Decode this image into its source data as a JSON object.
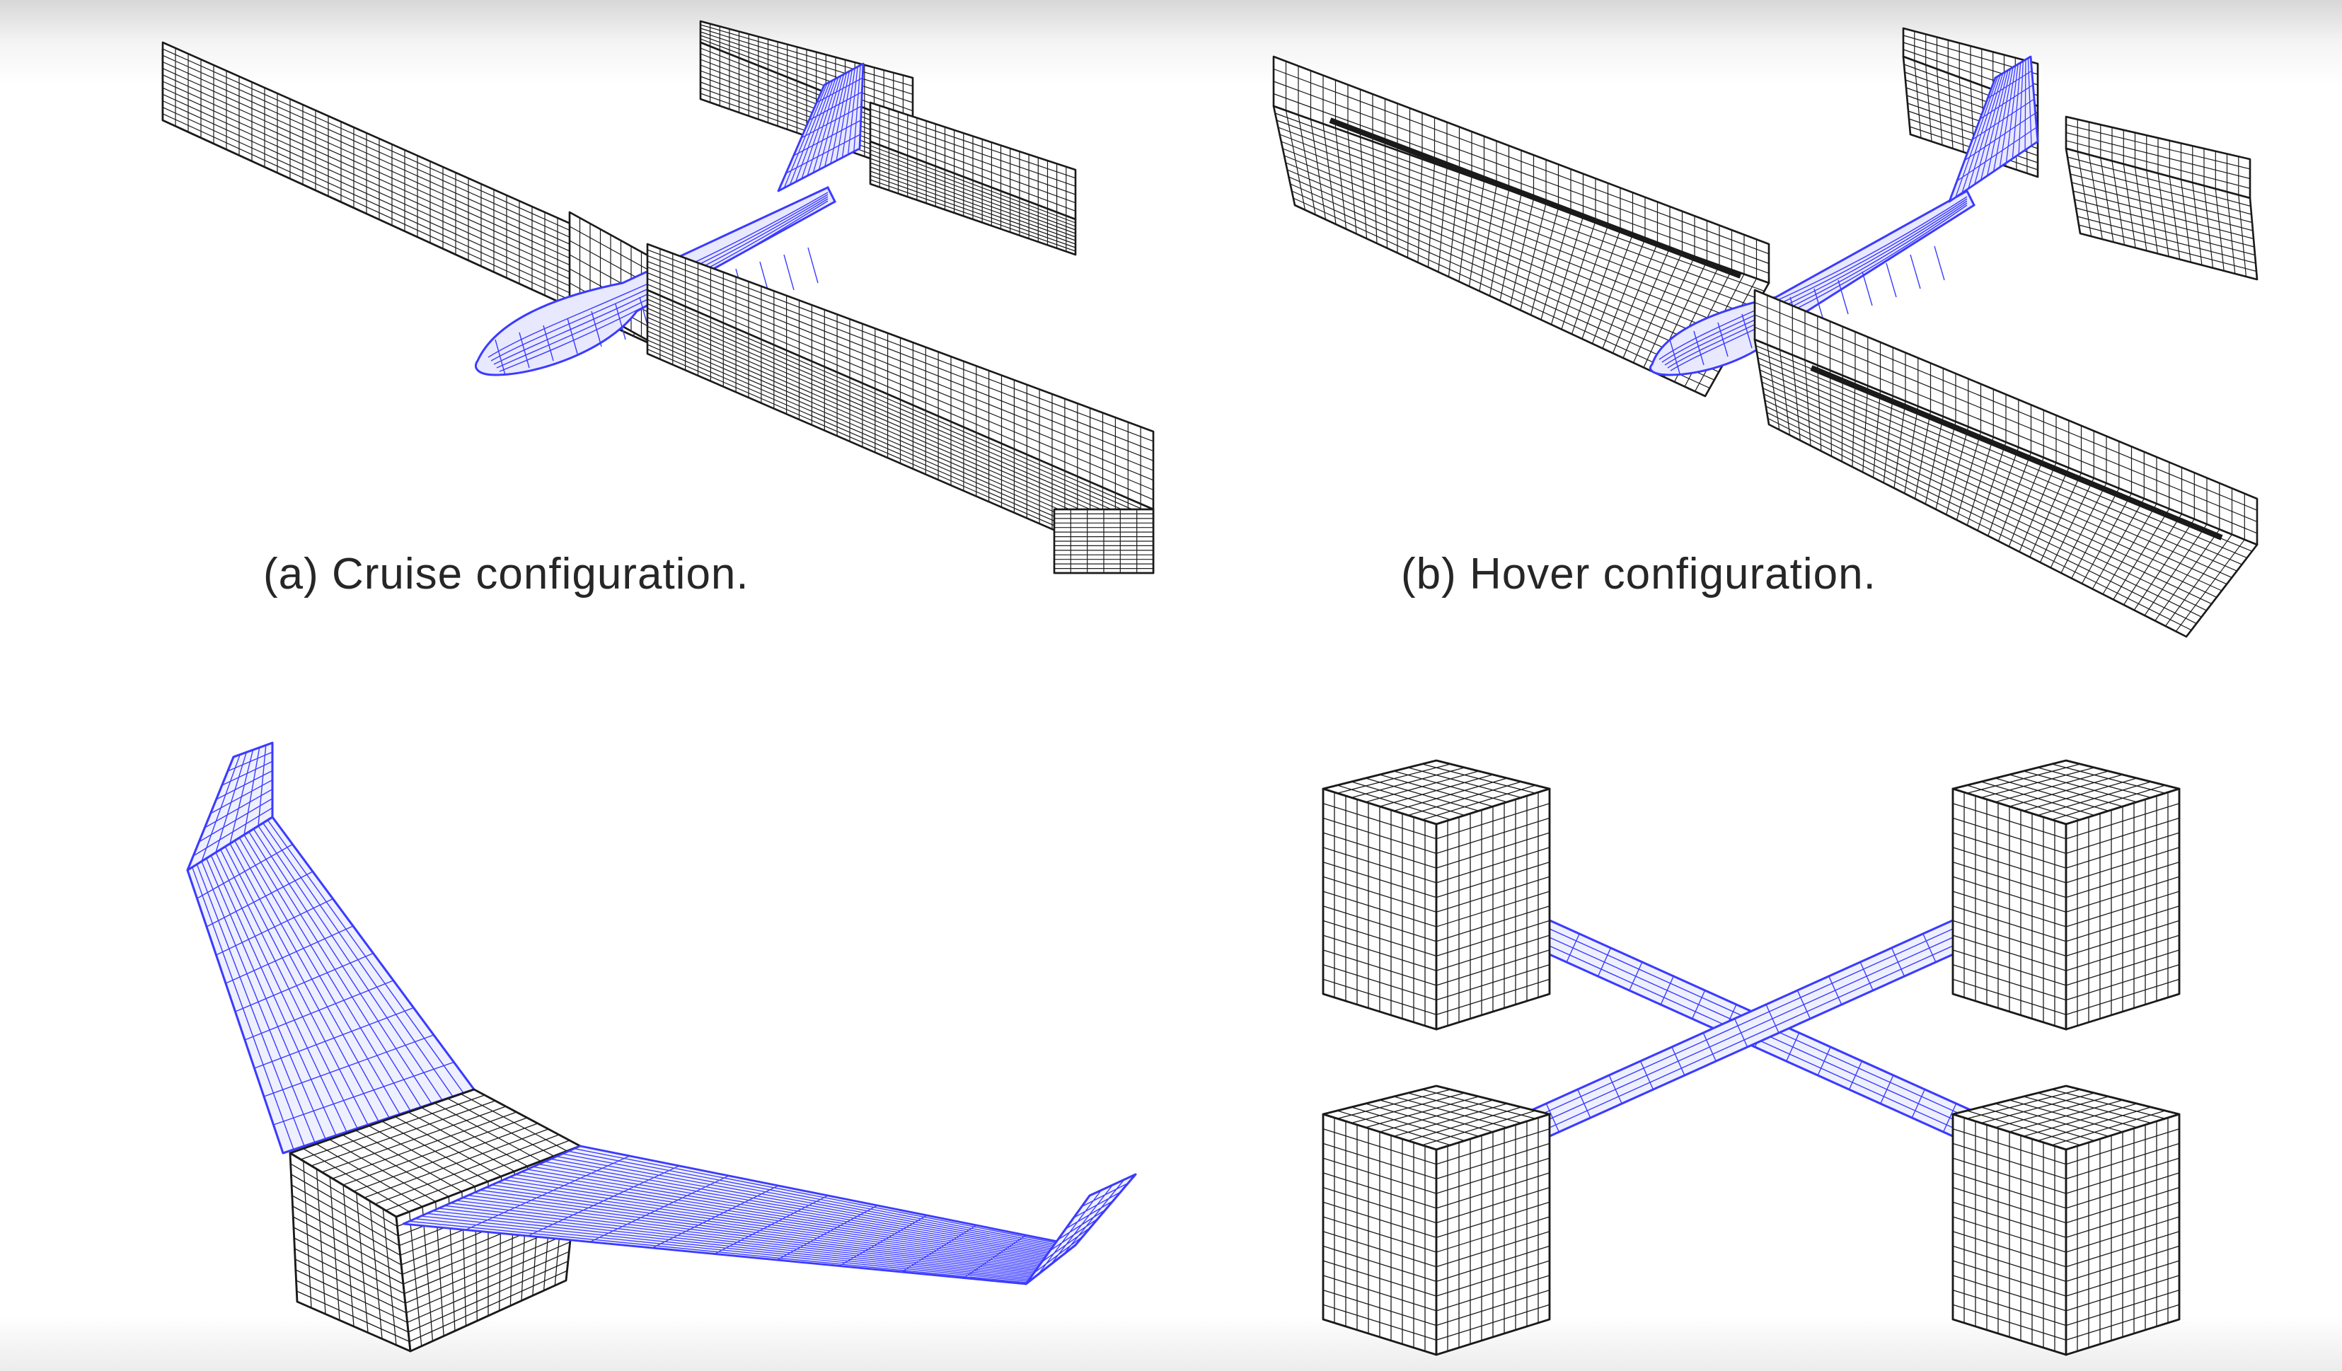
{
  "captions": {
    "cruise": "(a) Cruise configuration.",
    "hover": "(b) Hover configuration."
  },
  "colors": {
    "background": "#ffffff",
    "mesh_black": "#1a1a1a",
    "mesh_blue": "#3b3bff",
    "caption_text": "#262626"
  },
  "panels": [
    {
      "id": "cruise",
      "subject": "tandem wing aircraft with fuselage, wireframe mesh",
      "caption_key": "cruise"
    },
    {
      "id": "hover",
      "subject": "tandem ducted wing aircraft with fuselage, wireframe mesh",
      "caption_key": "hover"
    },
    {
      "id": "flying-wing",
      "subject": "swept flying wing with center box, wireframe mesh"
    },
    {
      "id": "quad-ducts",
      "subject": "four ducts joined by crossed booms, wireframe mesh"
    }
  ]
}
